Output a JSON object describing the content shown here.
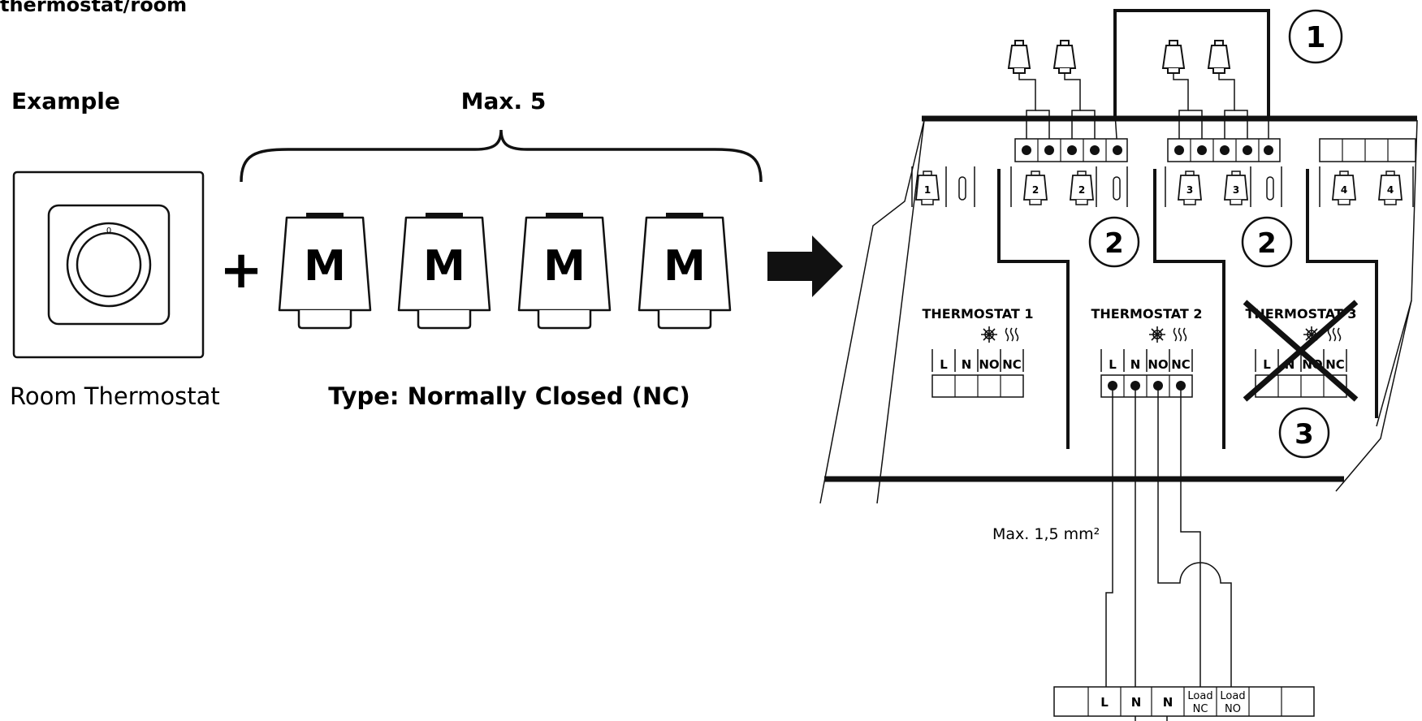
{
  "header_fragment": "thermostat/room",
  "example_label": "Example",
  "max_actuators_label": "Max. 5",
  "plus_sign": "+",
  "actuator_letter": "M",
  "room_thermostat_label": "Room Thermostat",
  "actuator_type_label": "Type: Normally Closed (NC)",
  "callouts": {
    "one": "1",
    "two": "2",
    "three": "3"
  },
  "thermostats": [
    {
      "name": "THERMOSTAT 1"
    },
    {
      "name": "THERMOSTAT 2"
    },
    {
      "name": "THERMOSTAT 3"
    }
  ],
  "terminal_labels": [
    "L",
    "N",
    "NO",
    "NC"
  ],
  "zone_numbers": [
    "1",
    "2",
    "2",
    "3",
    "3",
    "4",
    "4"
  ],
  "cable_label": "Max. 1,5 mm²",
  "bottom_terminals": [
    "L",
    "N",
    "N",
    "Load NC",
    "Load NO"
  ],
  "load_word": "Load",
  "load_nc_sub": "NC",
  "load_no_sub": "NO",
  "dial_mark": "0"
}
